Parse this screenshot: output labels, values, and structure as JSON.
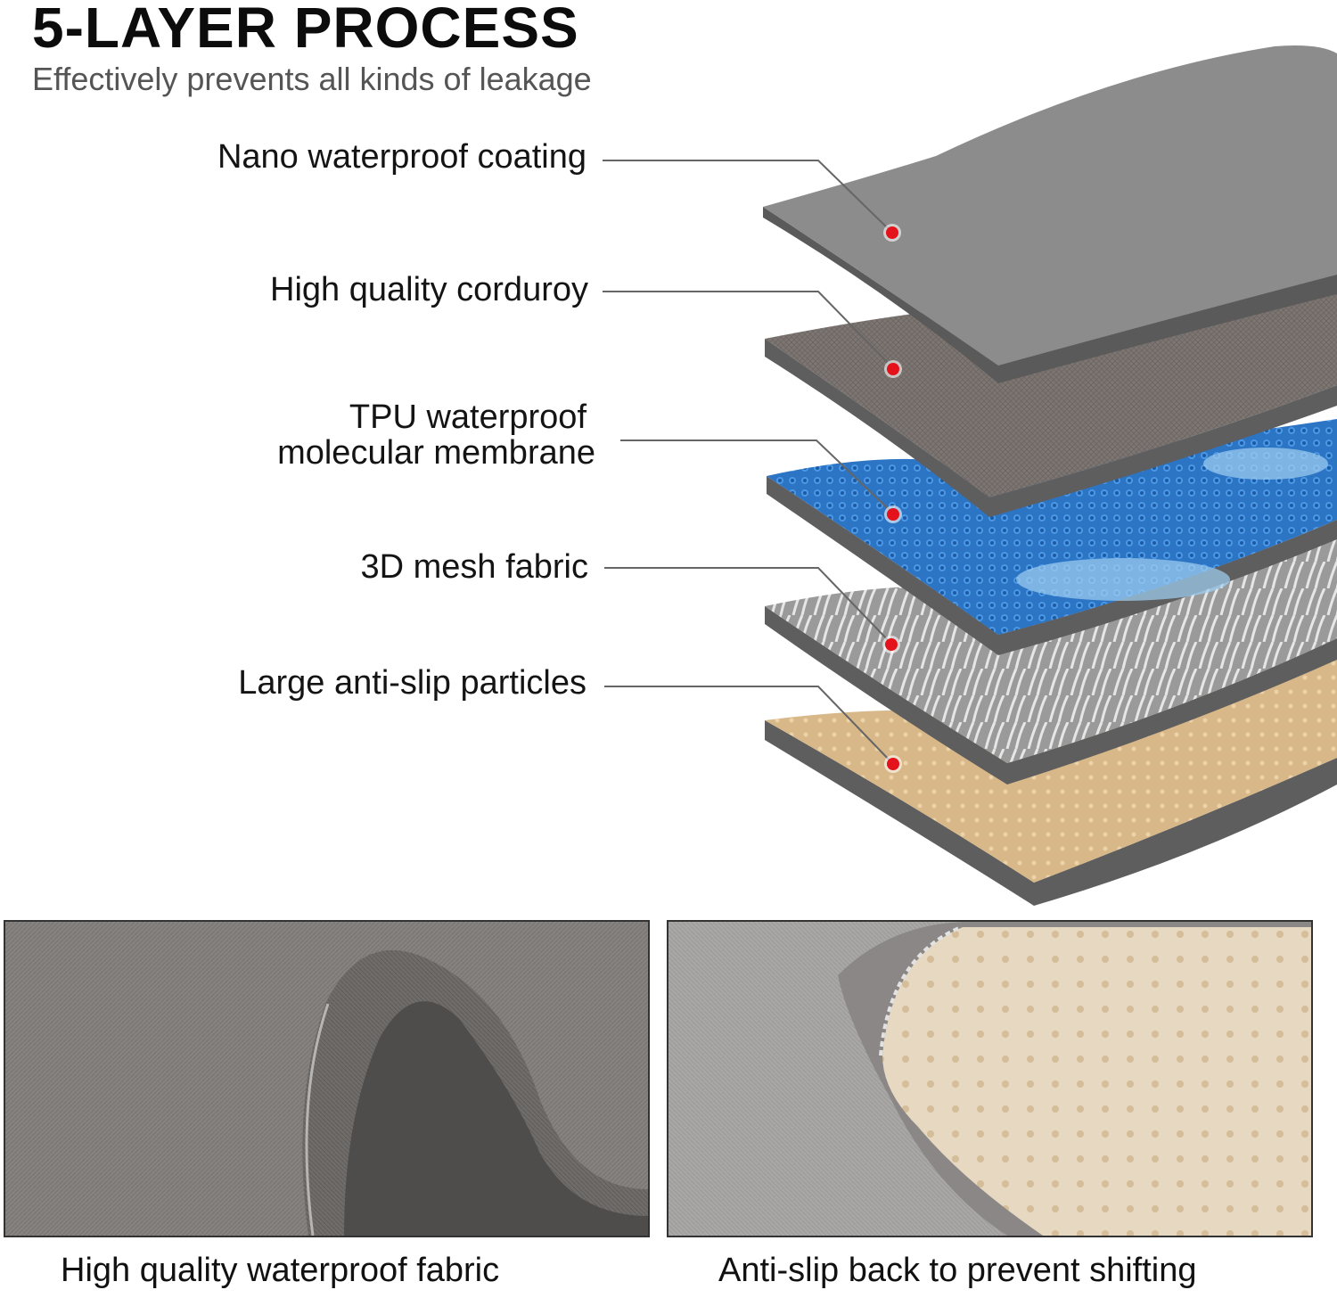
{
  "header": {
    "title": "5-LAYER PROCESS",
    "subtitle": "Effectively prevents all kinds of leakage"
  },
  "layers": [
    {
      "label": "Nano waterproof coating",
      "icon": "red-dot-marker"
    },
    {
      "label": "High quality corduroy",
      "icon": "red-dot-marker"
    },
    {
      "label_line1": "TPU waterproof",
      "label_line2": "molecular membrane",
      "icon": "red-dot-marker"
    },
    {
      "label": "3D mesh fabric",
      "icon": "red-dot-marker"
    },
    {
      "label": "Large anti-slip particles",
      "icon": "red-dot-marker"
    }
  ],
  "photos": {
    "left_caption": "High quality waterproof fabric",
    "right_caption": "Anti-slip back to prevent shifting"
  },
  "colors": {
    "marker": "#e3121b",
    "leader_line": "#666666",
    "coating": "#8a8a8a",
    "corduroy": "#7b7470",
    "tpu": "#2f7fd0",
    "mesh": "#b4b4b4",
    "antislip": "#d9b98a",
    "layer_edge": "#5e5e5e"
  }
}
